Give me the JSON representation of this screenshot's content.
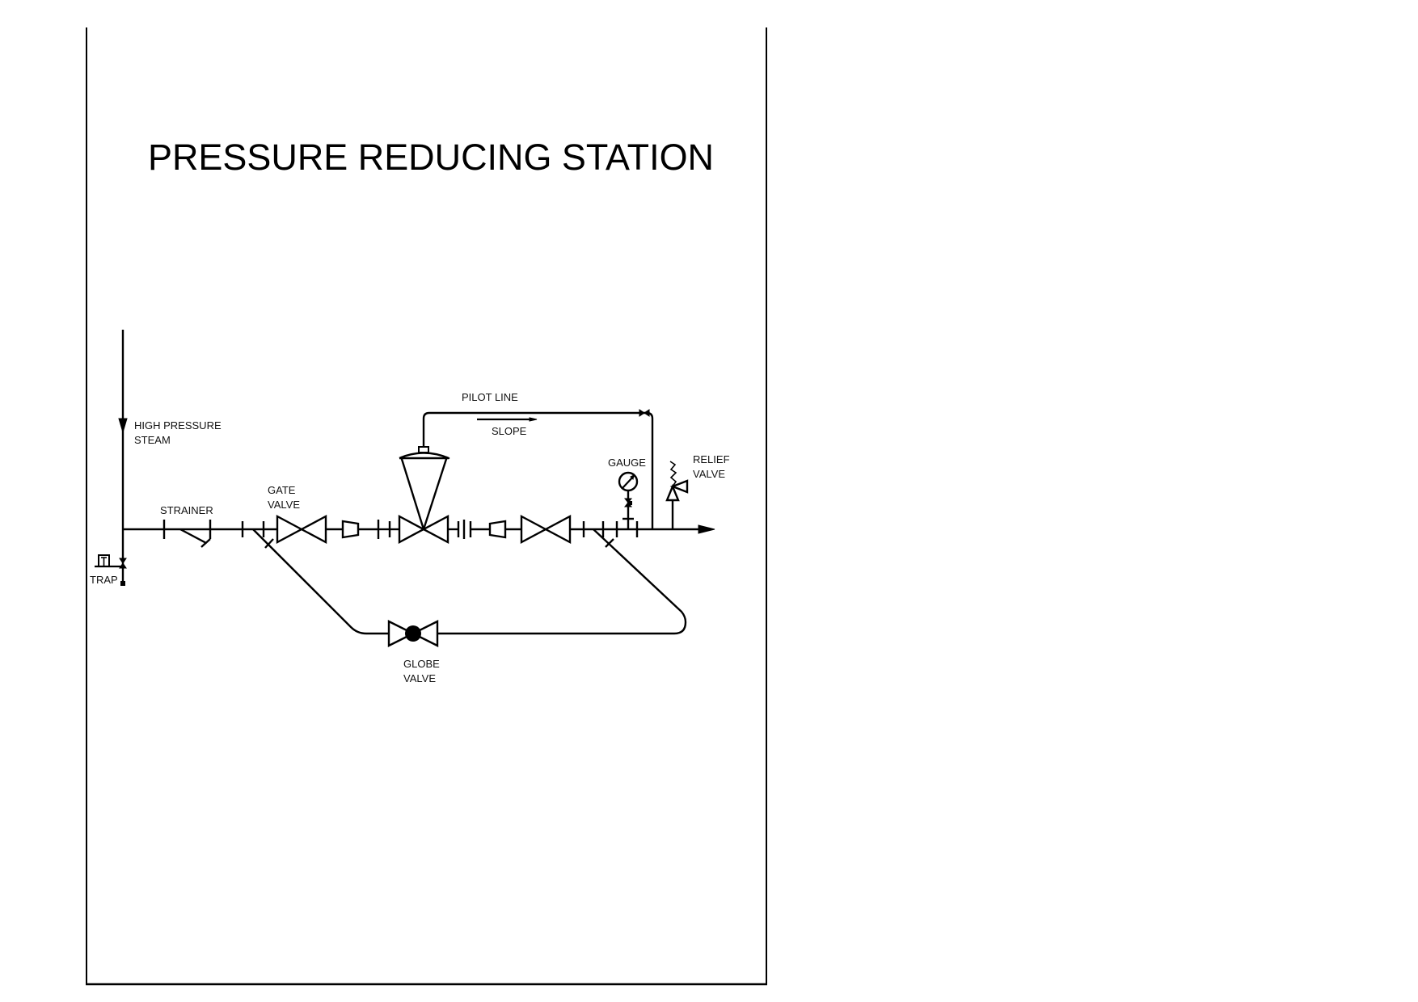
{
  "title": "PRESSURE REDUCING STATION",
  "labels": {
    "high_pressure_line1": "HIGH PRESSURE",
    "high_pressure_line2": "STEAM",
    "strainer": "STRAINER",
    "gate_valve_line1": "GATE",
    "gate_valve_line2": "VALVE",
    "pilot_line": "PILOT LINE",
    "slope": "SLOPE",
    "gauge": "GAUGE",
    "relief_line1": "RELIEF",
    "relief_line2": "VALVE",
    "trap": "TRAP",
    "globe_line1": "GLOBE",
    "globe_line2": "VALVE"
  },
  "colors": {
    "ink": "#000000",
    "paper": "#ffffff"
  },
  "components": [
    {
      "name": "strainer",
      "icon": "strainer-icon"
    },
    {
      "name": "gate-valve-inlet",
      "icon": "gate-valve-icon"
    },
    {
      "name": "reducer-inlet",
      "icon": "reducer-icon"
    },
    {
      "name": "pressure-reducing-valve",
      "icon": "diaphragm-valve-icon"
    },
    {
      "name": "reducer-outlet",
      "icon": "reducer-icon"
    },
    {
      "name": "gate-valve-outlet",
      "icon": "gate-valve-icon"
    },
    {
      "name": "pressure-gauge",
      "icon": "gauge-icon"
    },
    {
      "name": "relief-valve",
      "icon": "relief-valve-icon"
    },
    {
      "name": "steam-trap",
      "icon": "trap-icon"
    },
    {
      "name": "globe-valve-bypass",
      "icon": "globe-valve-icon"
    }
  ]
}
